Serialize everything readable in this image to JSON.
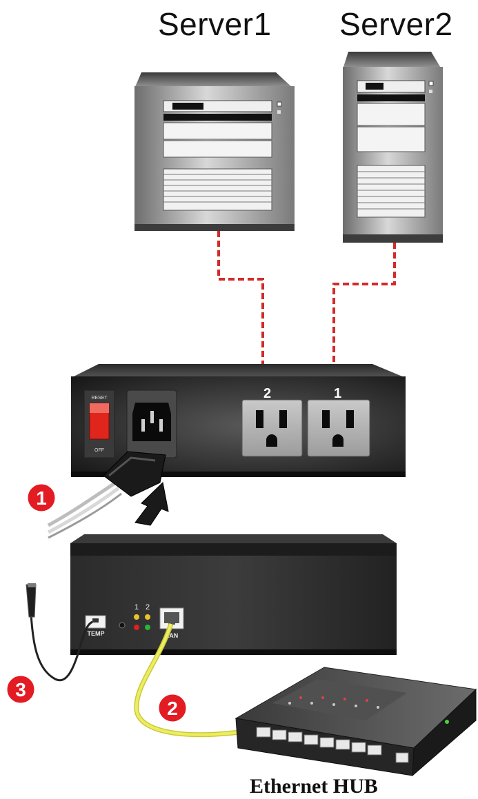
{
  "servers": [
    {
      "label": "Server1"
    },
    {
      "label": "Server2"
    }
  ],
  "outlets": [
    {
      "number": "2"
    },
    {
      "number": "1"
    }
  ],
  "pdu": {
    "switch_top_label": "RESET",
    "switch_bottom_label": "OFF"
  },
  "controller": {
    "temp_label": "TEMP",
    "lan_label": "LAN",
    "led_label_1": "1",
    "led_label_2": "2"
  },
  "steps": [
    {
      "number": "1"
    },
    {
      "number": "2"
    },
    {
      "number": "3"
    }
  ],
  "hub": {
    "label": "Ethernet HUB"
  },
  "colors": {
    "cable_red": "#d42a2a",
    "lan_cable": "#e8e84a",
    "step_badge": "#e31b23",
    "device_dark": "#1e1e1e"
  }
}
